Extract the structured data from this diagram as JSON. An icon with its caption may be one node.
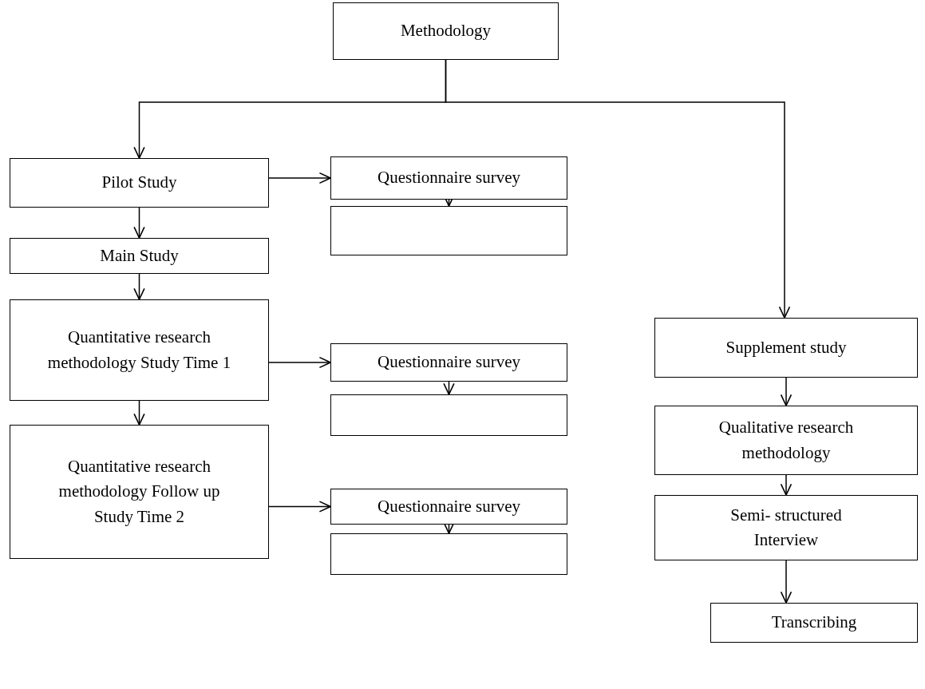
{
  "diagram": {
    "nodes": [
      {
        "text": [
          "Methodology"
        ]
      },
      {
        "text": [
          "Pilot Study"
        ]
      },
      {
        "text": [
          "Questionnaire survey"
        ]
      },
      {
        "text": [],
        "shape": "box"
      },
      {
        "text": [
          "Main Study"
        ]
      },
      {
        "text": [
          "Supplement study"
        ]
      },
      {
        "text": [
          "Quantitative research methodology Study Time 1"
        ]
      },
      {
        "text": [
          "Questionnaire survey"
        ]
      },
      {
        "text": [],
        "shape": "box"
      },
      {
        "text": [
          "Qualitative research methodology"
        ]
      },
      {
        "text": [
          "Quantitative research methodology Follow up Study Time 2"
        ]
      },
      {
        "text": [
          "Questionnaire survey"
        ]
      },
      {
        "text": [],
        "shape": "box"
      },
      {
        "text": [
          "Semi- structured Interview"
        ]
      },
      {
        "text": [
          "Transcribing"
        ]
      }
    ],
    "edges": [
      {
        "from": 0,
        "to": 1,
        "arrow": "to"
      },
      {
        "from": 0,
        "to": 5,
        "arrow": "to"
      },
      {
        "from": 1,
        "to": 2,
        "arrow": "to"
      },
      {
        "from": 2,
        "to": 3,
        "arrow": "to"
      },
      {
        "from": 1,
        "to": 4,
        "arrow": "to"
      },
      {
        "from": 4,
        "to": 6,
        "arrow": "to"
      },
      {
        "from": 6,
        "to": 7,
        "arrow": "to"
      },
      {
        "from": 7,
        "to": 8,
        "arrow": "to"
      },
      {
        "from": 6,
        "to": 10,
        "arrow": "to"
      },
      {
        "from": 10,
        "to": 11,
        "arrow": "to"
      },
      {
        "from": 11,
        "to": 12,
        "arrow": "to"
      },
      {
        "from": 5,
        "to": 9,
        "arrow": "to"
      },
      {
        "from": 9,
        "to": 13,
        "arrow": "to"
      },
      {
        "from": 13,
        "to": 14,
        "arrow": "to"
      }
    ]
  }
}
